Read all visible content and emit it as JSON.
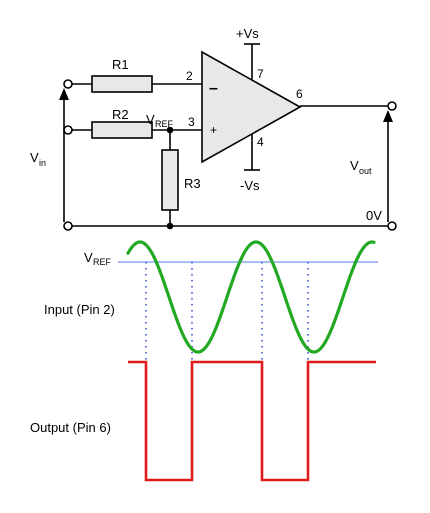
{
  "circuit": {
    "r1_label": "R1",
    "r2_label": "R2",
    "r3_label": "R3",
    "vref_main": "V",
    "vref_sub": "REF",
    "vin_main": "V",
    "vin_sub": "in",
    "vout_main": "V",
    "vout_sub": "out",
    "vs_pos": "+Vs",
    "vs_neg": "-Vs",
    "ground": "0V",
    "pin_inverting": "2",
    "pin_noninverting": "3",
    "pin_output": "6",
    "pin_vs_pos": "7",
    "pin_vs_neg": "4",
    "minus_sign": "–",
    "plus_sign": "+"
  },
  "waveforms": {
    "vref_main": "V",
    "vref_sub": "REF",
    "input_label": "Input (Pin 2)",
    "output_label": "Output (Pin 6)"
  },
  "colors": {
    "wire": "#000000",
    "resistor_fill": "#e8e8e8",
    "input_wave": "#22a822",
    "output_wave": "#e01b1b",
    "vref_line": "#8aa8f0",
    "projection_dots": "#3a55e0"
  }
}
